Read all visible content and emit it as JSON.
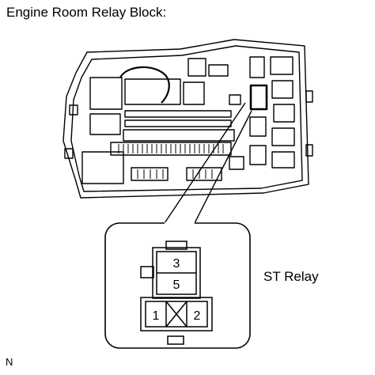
{
  "title": "Engine Room Relay Block:",
  "relay_label": "ST Relay",
  "figure_code": "N",
  "relay_pins": {
    "top": "3",
    "middle": "5",
    "bottom_left": "1",
    "bottom_right": "2"
  }
}
